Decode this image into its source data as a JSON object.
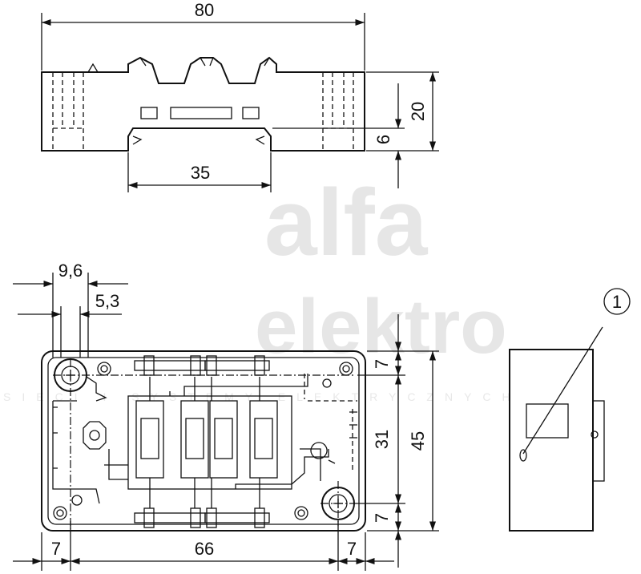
{
  "watermark": {
    "word1": "alfa",
    "word2": "elektro",
    "tagline": "SIECI I SYSTEMY ELEKTRYCZNYCH"
  },
  "top_view": {
    "width_label": "80",
    "rail_label": "35",
    "height_label": "20",
    "slot_label": "6"
  },
  "bottom_view": {
    "hole_offset_label": "9,6",
    "hole_diameter_label": "5,3",
    "top_margin_label": "7",
    "hole_spacing_v_label": "31",
    "height_label": "45",
    "bottom_margin_label": "7",
    "left_margin_label": "7",
    "hole_spacing_h_label": "66",
    "right_margin_label": "7"
  },
  "side_view": {
    "callout_label": "1"
  }
}
